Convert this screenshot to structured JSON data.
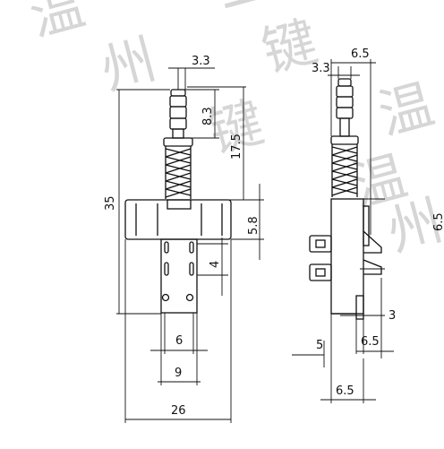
{
  "watermark": {
    "characters": [
      "温",
      "州",
      "一",
      "键",
      "键",
      "温",
      "温",
      "州"
    ]
  },
  "front_view": {
    "dims": {
      "tip_width": "3.3",
      "tip_height": "8.3",
      "plunger_height": "17.5",
      "overall_height": "35",
      "body_height": "5.8",
      "pin_length": "4",
      "pin_gap_inner": "6",
      "pin_gap_outer": "9",
      "body_width": "26"
    }
  },
  "side_view": {
    "dims": {
      "tip_width": "3.3",
      "overall_depth": "6.5",
      "height_right": "6.5",
      "base_offset": "3",
      "pin_offset_left": "5",
      "pin_offset_right": "6.5",
      "bottom_width": "6.5"
    }
  }
}
